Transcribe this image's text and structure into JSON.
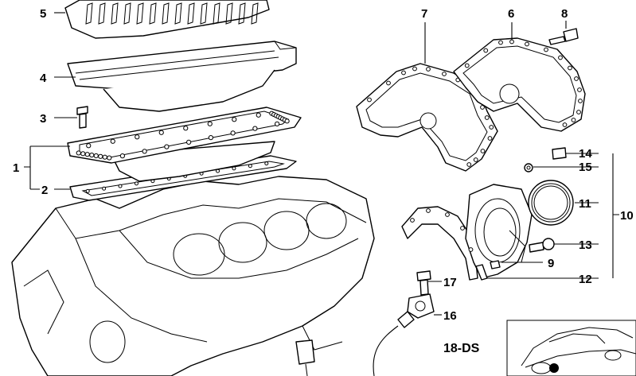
{
  "diagram": {
    "callouts": [
      {
        "id": "c1",
        "label": "1"
      },
      {
        "id": "c2",
        "label": "2"
      },
      {
        "id": "c3",
        "label": "3"
      },
      {
        "id": "c4",
        "label": "4"
      },
      {
        "id": "c5",
        "label": "5"
      },
      {
        "id": "c6",
        "label": "6"
      },
      {
        "id": "c7",
        "label": "7"
      },
      {
        "id": "c8",
        "label": "8"
      },
      {
        "id": "c9",
        "label": "9"
      },
      {
        "id": "c10",
        "label": "10"
      },
      {
        "id": "c11",
        "label": "11"
      },
      {
        "id": "c12",
        "label": "12"
      },
      {
        "id": "c13",
        "label": "13"
      },
      {
        "id": "c14",
        "label": "14"
      },
      {
        "id": "c15",
        "label": "15"
      },
      {
        "id": "c16",
        "label": "16"
      },
      {
        "id": "c17",
        "label": "17"
      }
    ],
    "diagram_code": "18-DS",
    "colors": {
      "line": "#000000",
      "background": "#ffffff"
    }
  }
}
